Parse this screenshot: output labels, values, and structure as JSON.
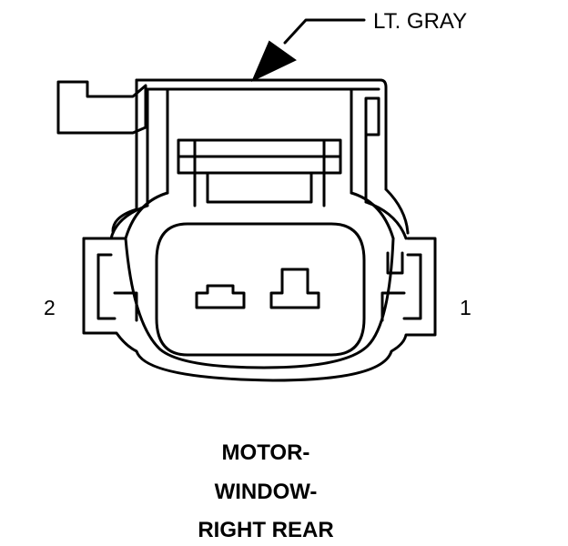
{
  "color_callout": "LT. GRAY",
  "pin_labels": {
    "left": "2",
    "right": "1"
  },
  "caption": [
    "MOTOR-",
    "WINDOW-",
    "RIGHT REAR"
  ],
  "colors": {
    "line": "#000000",
    "background": "#ffffff"
  }
}
